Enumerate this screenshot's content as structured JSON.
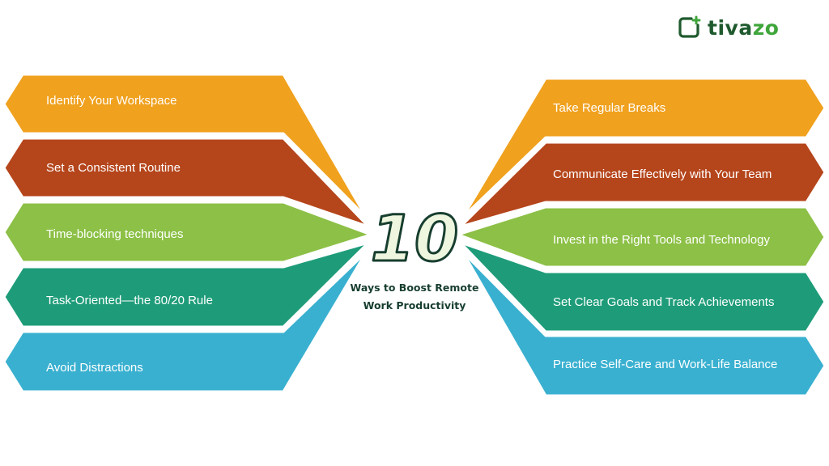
{
  "brand": {
    "name_prefix": "tiva",
    "name_suffix": "zo",
    "icon": "logo-square-plus-icon"
  },
  "center": {
    "number": "10",
    "title_line1": "Ways to Boost Remote",
    "title_line2": "Work Productivity"
  },
  "colors": {
    "orange": "#F0A11E",
    "rust": "#B5451B",
    "green": "#8CC046",
    "teal": "#1E9C79",
    "blue": "#39B0D0"
  },
  "left_items": [
    {
      "label": "Identify Your Workspace",
      "color": "orange"
    },
    {
      "label": "Set a Consistent Routine",
      "color": "rust"
    },
    {
      "label": "Time-blocking techniques",
      "color": "green"
    },
    {
      "label": "Task-Oriented—the 80/20 Rule",
      "color": "teal"
    },
    {
      "label": "Avoid Distractions",
      "color": "blue"
    }
  ],
  "right_items": [
    {
      "label": "Take Regular Breaks",
      "color": "orange"
    },
    {
      "label": "Communicate Effectively with Your Team",
      "color": "rust"
    },
    {
      "label": "Invest in the Right Tools and Technology",
      "color": "green"
    },
    {
      "label": "Set Clear Goals and Track Achievements",
      "color": "teal"
    },
    {
      "label": "Practice Self-Care and Work-Life Balance",
      "color": "blue"
    }
  ]
}
